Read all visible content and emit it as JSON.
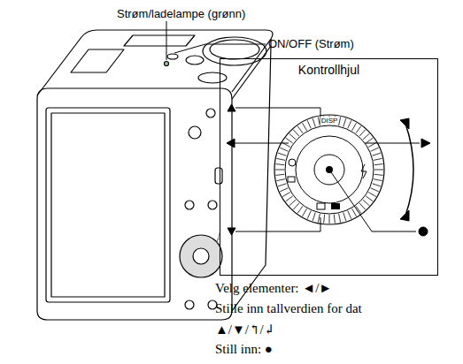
{
  "diagram": {
    "nodes": [
      {
        "text": [
          "Kontrollhjul"
        ]
      }
    ],
    "labels": [
      "Strøm/ladelampe (grønn)",
      "ON/OFF (Strøm)",
      "DISP",
      "Velg elementer: ◄/►",
      "Stille inn tallverdien for dat",
      "▲/▼/↰/↲",
      "Still inn: ●"
    ]
  }
}
